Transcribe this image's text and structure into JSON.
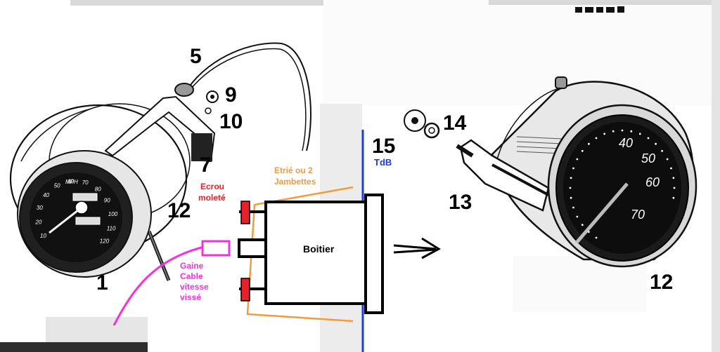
{
  "part_numbers": {
    "n1": "1",
    "n5": "5",
    "n7": "7",
    "n9": "9",
    "n10": "10",
    "n12_left": "12",
    "n12_right": "12",
    "n13": "13",
    "n14": "14",
    "n15": "15"
  },
  "labels": {
    "ecrou": [
      "Ecrou",
      "moleté"
    ],
    "etrier": [
      "Etrié ou 2",
      "Jambettes"
    ],
    "gaine": [
      "Gaine",
      "Cable",
      "vitesse",
      "vissé"
    ],
    "boitier": "Boitier",
    "tdb": "TdB"
  },
  "dial_left": {
    "mph": "MPH",
    "ticks": [
      "10",
      "20",
      "30",
      "40",
      "50",
      "60",
      "70",
      "80",
      "90",
      "100",
      "110",
      "120"
    ]
  },
  "dial_right": {
    "ticks": [
      "40",
      "50",
      "60",
      "70"
    ]
  },
  "colors": {
    "ecrou": "#e8202a",
    "etrier": "#f39a3c",
    "gaine": "#f232e0",
    "tdb": "#1a3ce8",
    "ink": "#000000",
    "page_gray": "#e9e9e9"
  }
}
